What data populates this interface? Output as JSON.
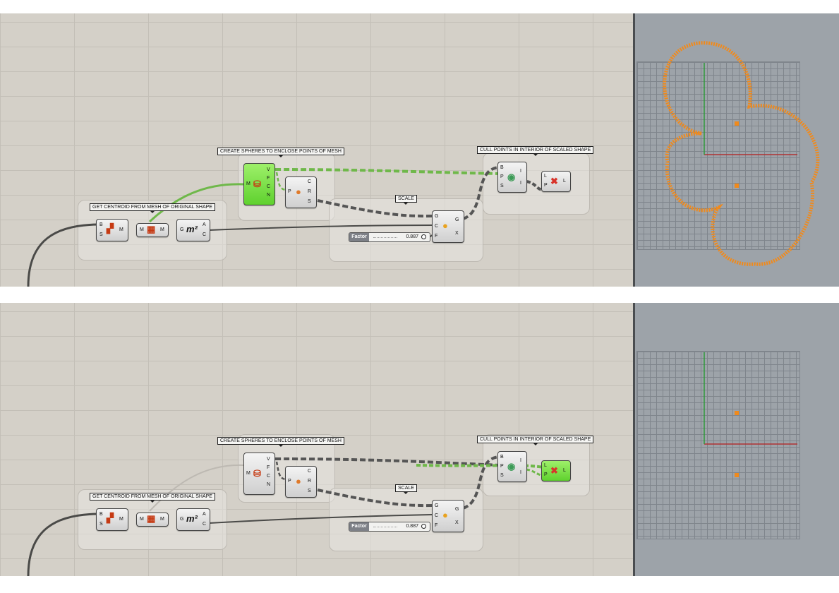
{
  "groups": {
    "centroid": "GET CENTROID FROM MESH OF ORIGINAL SHAPE",
    "spheres": "CREATE SPHERES TO ENCLOSE POINTS OF MESH",
    "cull": "CULL POINTS IN INTERIOR OF SCALED SHAPE",
    "scale": "SCALE"
  },
  "ports": {
    "B": "B",
    "S": "S",
    "M": "M",
    "G": "G",
    "A": "A",
    "C": "C",
    "V": "V",
    "F": "F",
    "N": "N",
    "P": "P",
    "R": "R",
    "L": "L",
    "I": "I",
    "X": "X"
  },
  "icons": {
    "brep_mesh": "▞",
    "mesh_join": "▦",
    "area": "m²",
    "deconstruct_mesh": "⛁",
    "sphere": "●",
    "scale": "●",
    "point_in_brep": "◉",
    "cull_pattern": "✖"
  },
  "slider": {
    "label": "Factor",
    "value": "0.887"
  },
  "colors": {
    "canvas": "#d4d0c8",
    "viewport": "#9da3a9",
    "active_wire": "#6fb84a",
    "component_active": "#6fd83a",
    "points": "#f08a1c",
    "axis_x": "#b03232",
    "axis_y": "#2f9a3a"
  }
}
